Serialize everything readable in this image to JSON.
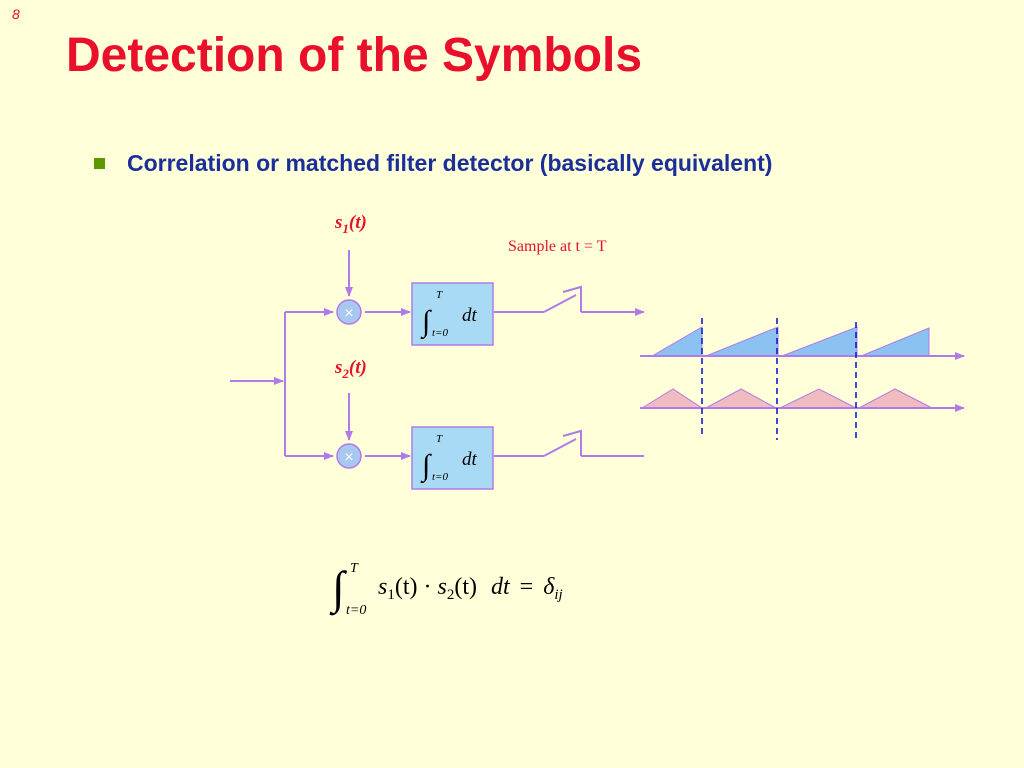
{
  "slide": {
    "number": "8",
    "title": "Detection of the Symbols",
    "bullet": "Correlation or matched filter detector (basically equivalent)"
  },
  "diagram": {
    "signal_1_label": {
      "base": "s",
      "sub": "1",
      "arg": "(t)"
    },
    "signal_2_label": {
      "base": "s",
      "sub": "2",
      "arg": "(t)"
    },
    "sample_label": "Sample at t = T",
    "multiplier_symbol": "×",
    "integrator": {
      "upper": "T",
      "lower": "t=0",
      "differential": "dt"
    }
  },
  "equation": {
    "upper_limit": "T",
    "lower_limit": "t=0",
    "term1": {
      "base": "s",
      "sub": "1",
      "arg": "(t)"
    },
    "dot": "·",
    "term2": {
      "base": "s",
      "sub": "2",
      "arg": "(t)"
    },
    "differential": "dt",
    "equals": "=",
    "rhs": {
      "base": "δ",
      "sub": "ij"
    }
  },
  "colors": {
    "title": "#e8102a",
    "bullet_text": "#1b2f9a",
    "bullet_marker": "#5a9a00",
    "background": "#ffffd9",
    "wire": "#b07be8",
    "block_fill": "#a9daf5",
    "multiplier_fill": "#a8c8f0",
    "ramp_fill": "#8cc2f2",
    "triangle_fill": "#f1bcc0",
    "sample_line": "#1020d0"
  }
}
